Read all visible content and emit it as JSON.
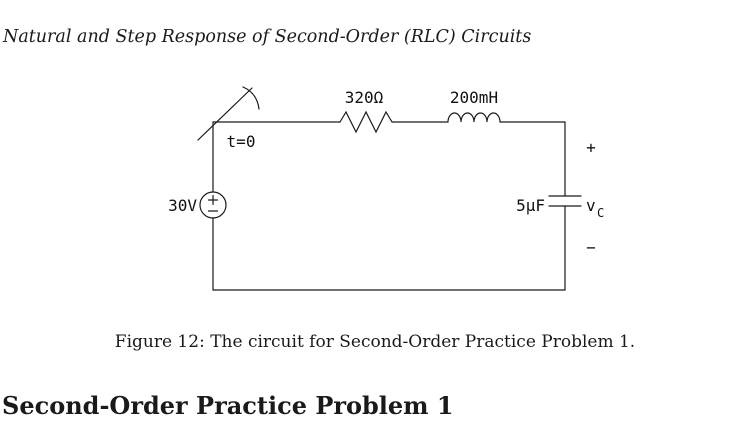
{
  "document": {
    "title": "Natural and Step Response of Second-Order (RLC) Circuits",
    "figure_caption": "Figure 12: The circuit for Second-Order Practice Problem 1.",
    "section_heading": "Second-Order Practice Problem 1"
  },
  "circuit": {
    "source_label": "30V",
    "switch_label": "t=0",
    "resistor_label": "320Ω",
    "inductor_label": "200mH",
    "capacitor_label": "5μF",
    "cap_voltage_base": "v",
    "cap_voltage_sub": "C",
    "cap_plus": "+",
    "cap_minus": "−",
    "colors": {
      "ink": "#1a1a1a",
      "background": "#ffffff"
    }
  }
}
